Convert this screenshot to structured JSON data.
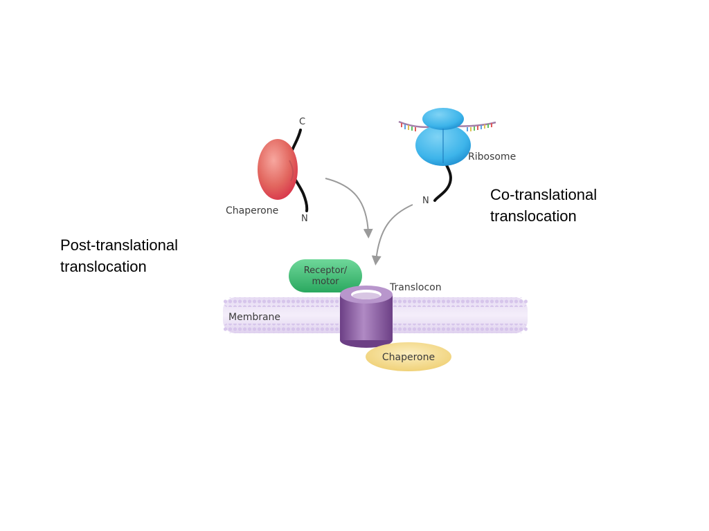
{
  "slide": {
    "post_translational_label": "Post-translational\ntranslocation",
    "co_translational_label": "Co-translational\ntranslocation"
  },
  "diagram": {
    "chaperone_top_label": "Chaperone",
    "c_terminus_label": "C",
    "n_terminus_left_label": "N",
    "ribosome_label": "Ribosome",
    "n_terminus_right_label": "N",
    "receptor_motor_line1": "Receptor/",
    "receptor_motor_line2": "motor",
    "translocon_label": "Translocon",
    "membrane_label": "Membrane",
    "chaperone_bottom_label": "Chaperone"
  },
  "colors": {
    "chaperone_top": "#e2675f",
    "ribosome": "#3db4ea",
    "receptor_motor": "#3fbf73",
    "translocon": "#8a5aa0",
    "membrane": "#d9c8ec",
    "chaperone_bottom": "#f2d98a",
    "arrow": "#9a9a9a"
  }
}
